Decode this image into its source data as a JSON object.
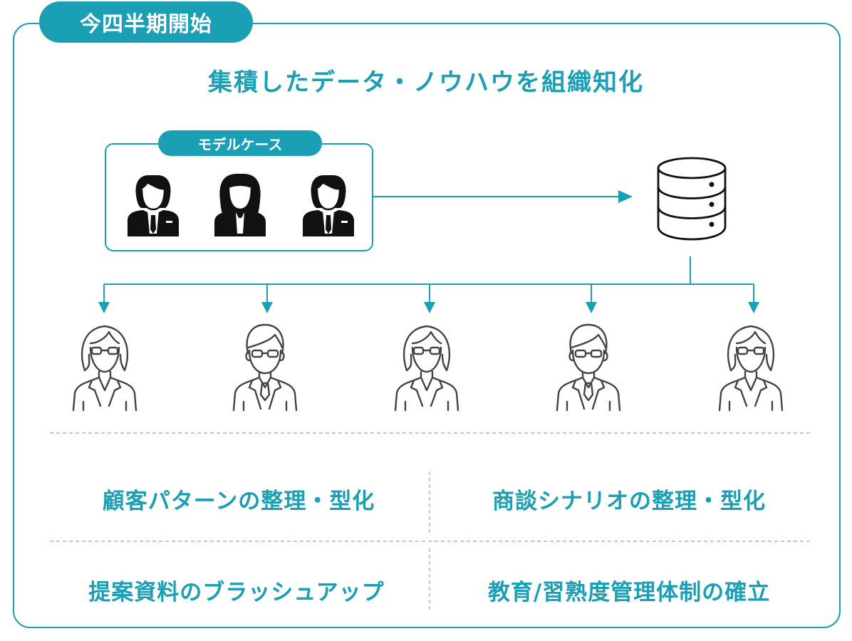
{
  "header": {
    "tag": "今四半期開始",
    "headline": "集積したデータ・ノウハウを組織知化"
  },
  "model": {
    "tag": "モデルケース"
  },
  "results": [
    "顧客パターンの整理・型化",
    "商談シナリオの整理・型化",
    "提案資料のブラッシュアップ",
    "教育/習熟度管理体制の確立"
  ],
  "icons": {
    "model_people": [
      "businessman-icon",
      "businesswoman-icon",
      "businessman-icon"
    ],
    "database": "database-icon",
    "members": [
      "woman-glasses-icon",
      "man-glasses-icon",
      "woman-glasses-icon",
      "man-glasses-icon",
      "woman-glasses-icon"
    ]
  },
  "colors": {
    "accent": "#1a9fb5",
    "icon_dark": "#111111",
    "icon_outline": "#444444",
    "divider": "#b3b3b3"
  }
}
